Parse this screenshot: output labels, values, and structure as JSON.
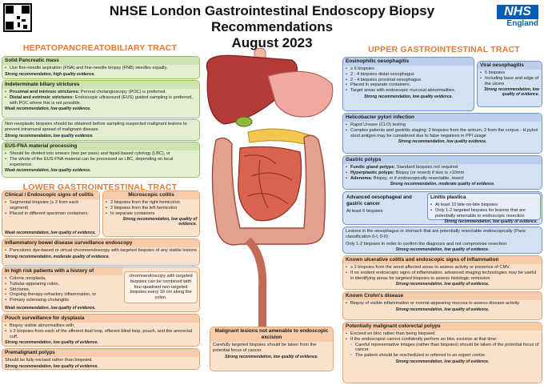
{
  "header": {
    "title_line1": "NHSE London Gastrointestinal Endoscopy Biopsy Recommendations",
    "title_line2": "August 2023",
    "nhs_logo": "NHS",
    "region": "England"
  },
  "sections": {
    "hep": "HEPATOPANCREATOBILIARY TRACT",
    "lower": "LOWER GASTROINTESTINAL TRACT",
    "upper": "UPPER GASTROINTESTINAL TRACT"
  },
  "hep": {
    "solid": {
      "title": "Solid Pancreatic mass",
      "items": [
        "Use fine-needle aspiration (FNA) and fine-needle biopsy (FNB) needles equally."
      ],
      "ev": "Strong recommendation, high quality evidence."
    },
    "biliary": {
      "title": "Indeterminate biliary strictures",
      "p1_b": "Proximal and intrinsic strictures:",
      "p1": " Peroral cholangioscopy (POC) is preferred.",
      "p2_b": "Distal and extrinsic strictures:",
      "p2": " Endoscopic ultrasound (EUS) guided sampling is preferred, with POC where this is not possible.",
      "ev": "Weak recommendation, low quality evidence."
    },
    "nonneo": {
      "text": "Non-neoplastic biopsies should be obtained before sampling suspected malignant lesions to prevent intramural spread of malignant disease.",
      "ev": "Strong recommendation, low quality evidence."
    },
    "eus": {
      "title": "EUS-FNA material processing",
      "items": [
        "Should be divided into smears (two per pass) and liquid-based cytology (LBC), or",
        "The whole of the EUS-FNA material can be processed as LBC, depending on local experience."
      ],
      "ev": "Weak recommendation, low quality evidence."
    }
  },
  "lower": {
    "colitis": {
      "title": "Clinical / Endoscopic signs of colitis",
      "items": [
        "Segmental biopsies (≥ 2 from each segment)",
        "Placed in different specimen containers"
      ],
      "ev": "Weak recommendation, low quality of evidence."
    },
    "micro": {
      "title": "Microscopic colitis",
      "items": [
        "2 biopsies from the right hemicolon",
        "2 biopsies from the left hemicolon",
        "In separate containers"
      ],
      "ev": "Strong recommendation, low quality of evidence."
    },
    "ibd": {
      "title": "Inflammatory bowel disease surveillance endoscopy",
      "items": [
        "Pancolonic dye-based or virtual chromoendoscopy with targeted biopsies of any visible lesions"
      ],
      "ev": "Strong recommendation, moderate quality of evidence."
    },
    "highrisk": {
      "title": "In high risk patients with a history of",
      "items": [
        "Colonic neoplasia,",
        "Tubular-appearing colon,",
        "Strictures,",
        "Ongoing therapy-refractory inflammation, or",
        "Primary sclerosing cholangitis"
      ],
      "side": "chromoendoscopy with targeted biopsies can be combined with four-quadrant non-targeted biopsies every 10 cm along the colon.",
      "ev": "Weak recommendation, low quality of evidence."
    },
    "pouch": {
      "title": "Pouch surveillance for dysplasia",
      "items": [
        "Biopsy visible abnormalities with,",
        "≥ 2 biopsies from each of the afferent ileal loop, efferent blind loop, pouch, and the anorectal cuff."
      ],
      "ev": "Strong recommendation, low quality of evidence."
    },
    "premalig": {
      "title": "Premalignant polyps",
      "text": "Should be fully excised rather than biopsied.",
      "ev": "Strong recommendation, low quality of evidence."
    },
    "malig": {
      "title": "Malignant lesions not amenable to endoscopic excision",
      "text": "Carefully targeted biopsies should be taken from the potential focus of cancer.",
      "ev": "Strong recommendation, low quality of evidence."
    }
  },
  "upper": {
    "eos": {
      "title": "Eosinophilic oesophagitis",
      "items": [
        "≥ 6 biopsies",
        "2 - 4 biopsies distal oesophagus",
        "2 - 4 biopsies proximal oesophagus",
        "Placed in separate containers.",
        "Target areas with endoscopic mucosal abnormalities."
      ],
      "ev": "Strong recommendation, low quality evidence."
    },
    "viral": {
      "title": "Viral oesophagitis",
      "items": [
        "6 biopsies",
        "Including base and edge of the ulcers"
      ],
      "ev": "Strong recommendation, low quality of evidence."
    },
    "hp": {
      "title": "Helicobacter pylori infection",
      "items": [
        "Rapid Urease (CLO) testing",
        "Complex patients and gastritis staging: 2 biopsies from the antrum, 2 from the corpus - H.pylori stool antigen may be considered due to false negatives in PPI usage"
      ],
      "ev": "Strong recommendation, low quality evidence."
    },
    "gpolyps": {
      "title": "Gastric polyps",
      "l1_b": "Fundic gland polyps:",
      "l1": " Standard biopsies not required",
      "l2_b": "Hyperplastic polyps:",
      "l2": " Biopsy (or resect) if size is >10mm",
      "l3_b": "Adenoma:",
      "l3": " Biopsy, or if endoscopically resectable, resect",
      "ev": "Strong recommendation, moderate quality of evidence."
    },
    "adv": {
      "title": "Advanced oesophageal and gastric cancer",
      "text": "At least 6 biopsies"
    },
    "linitis": {
      "title": "Linitis plastica",
      "items": [
        "At least 10 bite-on-bite biopsies",
        "Only 1-2 targeted biopsies for lesions that are potentially amenable to endoscopic resection"
      ],
      "ev": "Strong recommendation, low quality of evidence."
    },
    "lesions": {
      "text1": "Lesions in the oesophagus or stomach that are potentially resectable endoscopically (Paris classification 0-I, 0-II)",
      "text2": "Only 1-2 biopsies in order to confirm the diagnosis and not compromise resection.",
      "ev": "Strong recommendation, low quality of evidence."
    }
  },
  "right_lower": {
    "uc": {
      "title": "Known ulcerative colitis and endoscopic signs of inflammation",
      "items": [
        "≥ 2 biopsies from the worst affected areas to assess activity or presence of CMV.",
        "If no evident endoscopic signs of inflammation, advanced imaging technologies may be useful in identifying areas for targeted biopsies to assess histologic remission"
      ],
      "ev": "Strong recommendation, low quality of evidence."
    },
    "crohn": {
      "title": "Known Crohn's disease",
      "items": [
        "Biopsy of visible inflammation or normal-appearing mucosa to assess disease activity"
      ],
      "ev": "Strong recommendation, low quality of evidence."
    },
    "pmcp": {
      "title": "Potentially malignant colorectal polyps",
      "items": [
        "Excised en bloc rather than being biopsied.",
        "If the endoscopist cannot confidently perform en bloc excision at that time:"
      ],
      "subs": [
        "Careful representative images (rather than biopsies) should be taken of the potential focus of cancer.",
        "The patient should be rescheduled or referred to an expert centre."
      ],
      "ev": "Strong recommendation, low quality of evidence."
    }
  },
  "colors": {
    "green": "#e4efd2",
    "orange": "#fbe2cd",
    "blue": "#d4e1f2",
    "accent": "#e27a36",
    "nhs_blue": "#005eb8"
  },
  "icons": [
    "qr-code-icon",
    "anatomy-illustration"
  ]
}
